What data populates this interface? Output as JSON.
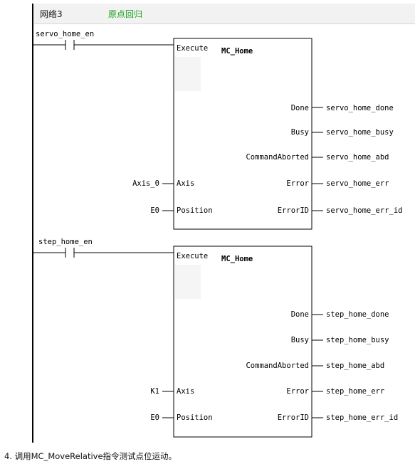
{
  "network": {
    "label": "网络3",
    "comment": "原点回归"
  },
  "rung1": {
    "contact": "servo_home_en",
    "block_title": "MC_Home",
    "pins_in": {
      "execute": "Execute",
      "axis": "Axis",
      "position": "Position"
    },
    "inputs": {
      "axis": "Axis_0",
      "position": "E0"
    },
    "pins_out": [
      "Done",
      "Busy",
      "CommandAborted",
      "Error",
      "ErrorID"
    ],
    "outputs": [
      "servo_home_done",
      "servo_home_busy",
      "servo_home_abd",
      "servo_home_err",
      "servo_home_err_id"
    ]
  },
  "rung2": {
    "contact": "step_home_en",
    "block_title": "MC_Home",
    "pins_in": {
      "execute": "Execute",
      "axis": "Axis",
      "position": "Position"
    },
    "inputs": {
      "axis": "K1",
      "position": "E0"
    },
    "pins_out": [
      "Done",
      "Busy",
      "CommandAborted",
      "Error",
      "ErrorID"
    ],
    "outputs": [
      "step_home_done",
      "step_home_busy",
      "step_home_abd",
      "step_home_err",
      "step_home_err_id"
    ]
  },
  "caption": "4. 调用MC_MoveRelative指令测试点位运动。"
}
